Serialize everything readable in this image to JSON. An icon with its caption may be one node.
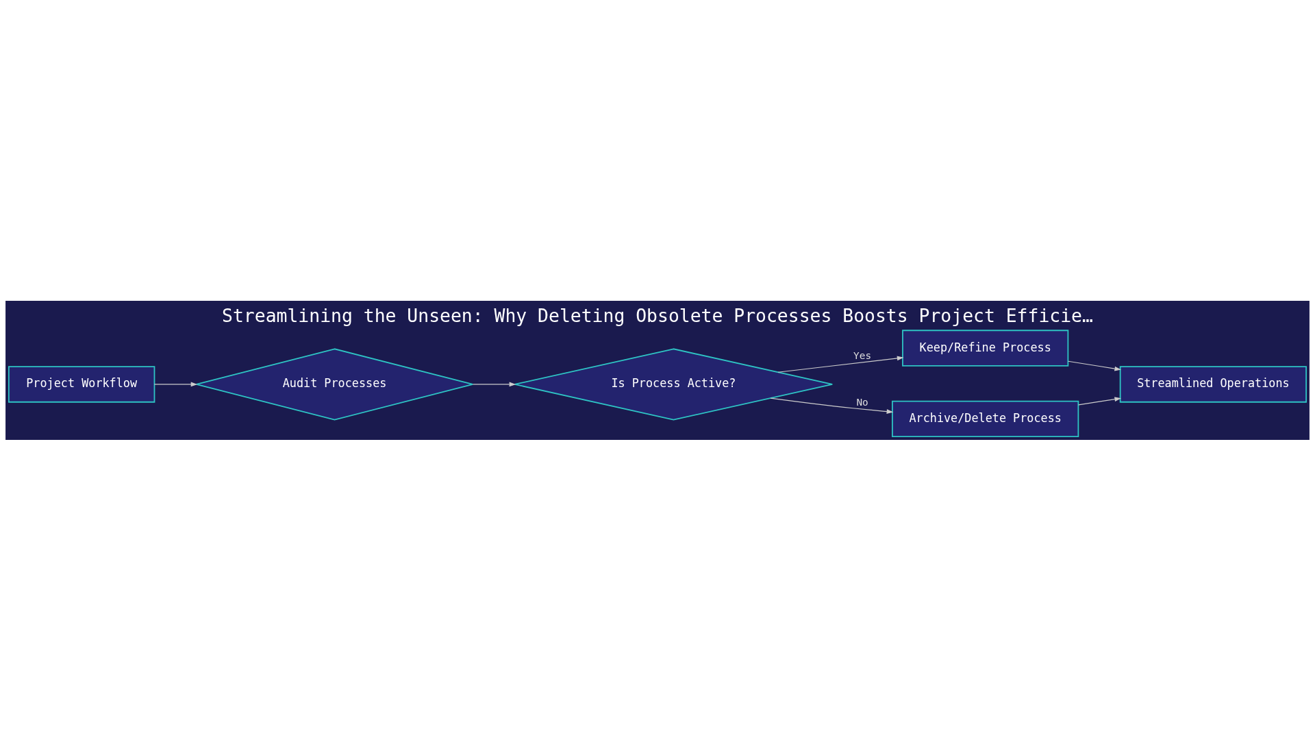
{
  "diagram": {
    "title": "Streamlining the Unseen: Why Deleting Obsolete Processes Boosts Project Efficie…",
    "nodes": [
      {
        "text": [
          "Project Workflow"
        ]
      },
      {
        "text": [
          "Audit Processes"
        ]
      },
      {
        "text": [
          "Is Process Active?"
        ]
      },
      {
        "text": [
          "Keep/Refine Process"
        ]
      },
      {
        "text": [
          "Archive/Delete Process"
        ]
      },
      {
        "text": [
          "Streamlined Operations"
        ]
      }
    ],
    "edges": [
      {
        "from": 0,
        "to": 1,
        "arrow": "to"
      },
      {
        "from": 1,
        "to": 2,
        "arrow": "to"
      },
      {
        "from": 2,
        "to": 3,
        "arrow": "to",
        "label": "Yes"
      },
      {
        "from": 2,
        "to": 4,
        "arrow": "to",
        "label": "No"
      },
      {
        "from": 3,
        "to": 5,
        "arrow": "to"
      },
      {
        "from": 4,
        "to": 5,
        "arrow": "to"
      }
    ]
  }
}
